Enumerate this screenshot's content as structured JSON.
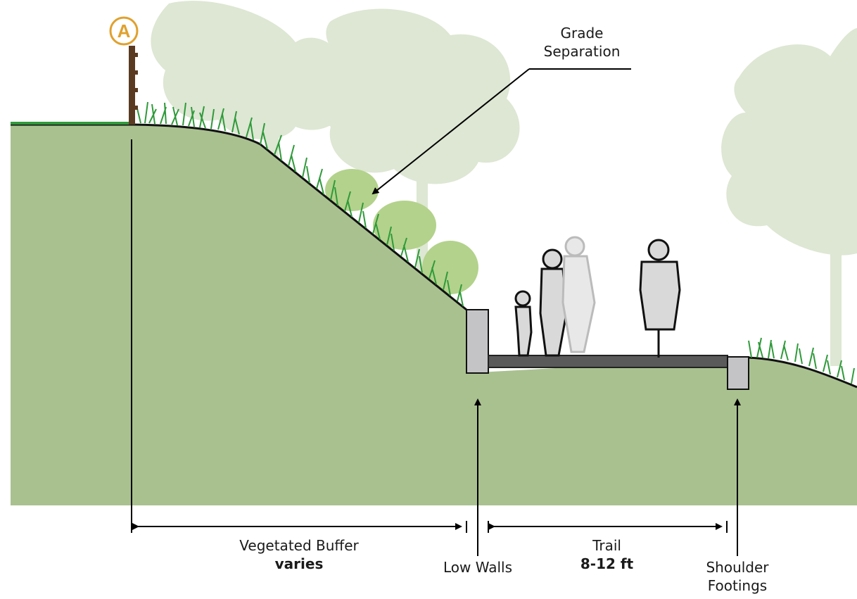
{
  "marker_letter": "A",
  "labels": {
    "grade_separation_line1": "Grade",
    "grade_separation_line2": "Separation",
    "vegetated_buffer": "Vegetated Buffer",
    "vegetated_buffer_value": "varies",
    "low_walls": "Low Walls",
    "trail": "Trail",
    "trail_value": "8-12 ft",
    "shoulder_footings_line1": "Shoulder",
    "shoulder_footings_line2": "Footings"
  },
  "colors": {
    "ground": "#a9c18f",
    "grass": "#2f9a3a",
    "tree_far": "#dbe6d1",
    "shrub": "#b5d48e",
    "wall": "#c4c4c6",
    "trail": "#5a5a5a",
    "marker": "#e0a12e",
    "post": "#5b3a22"
  }
}
